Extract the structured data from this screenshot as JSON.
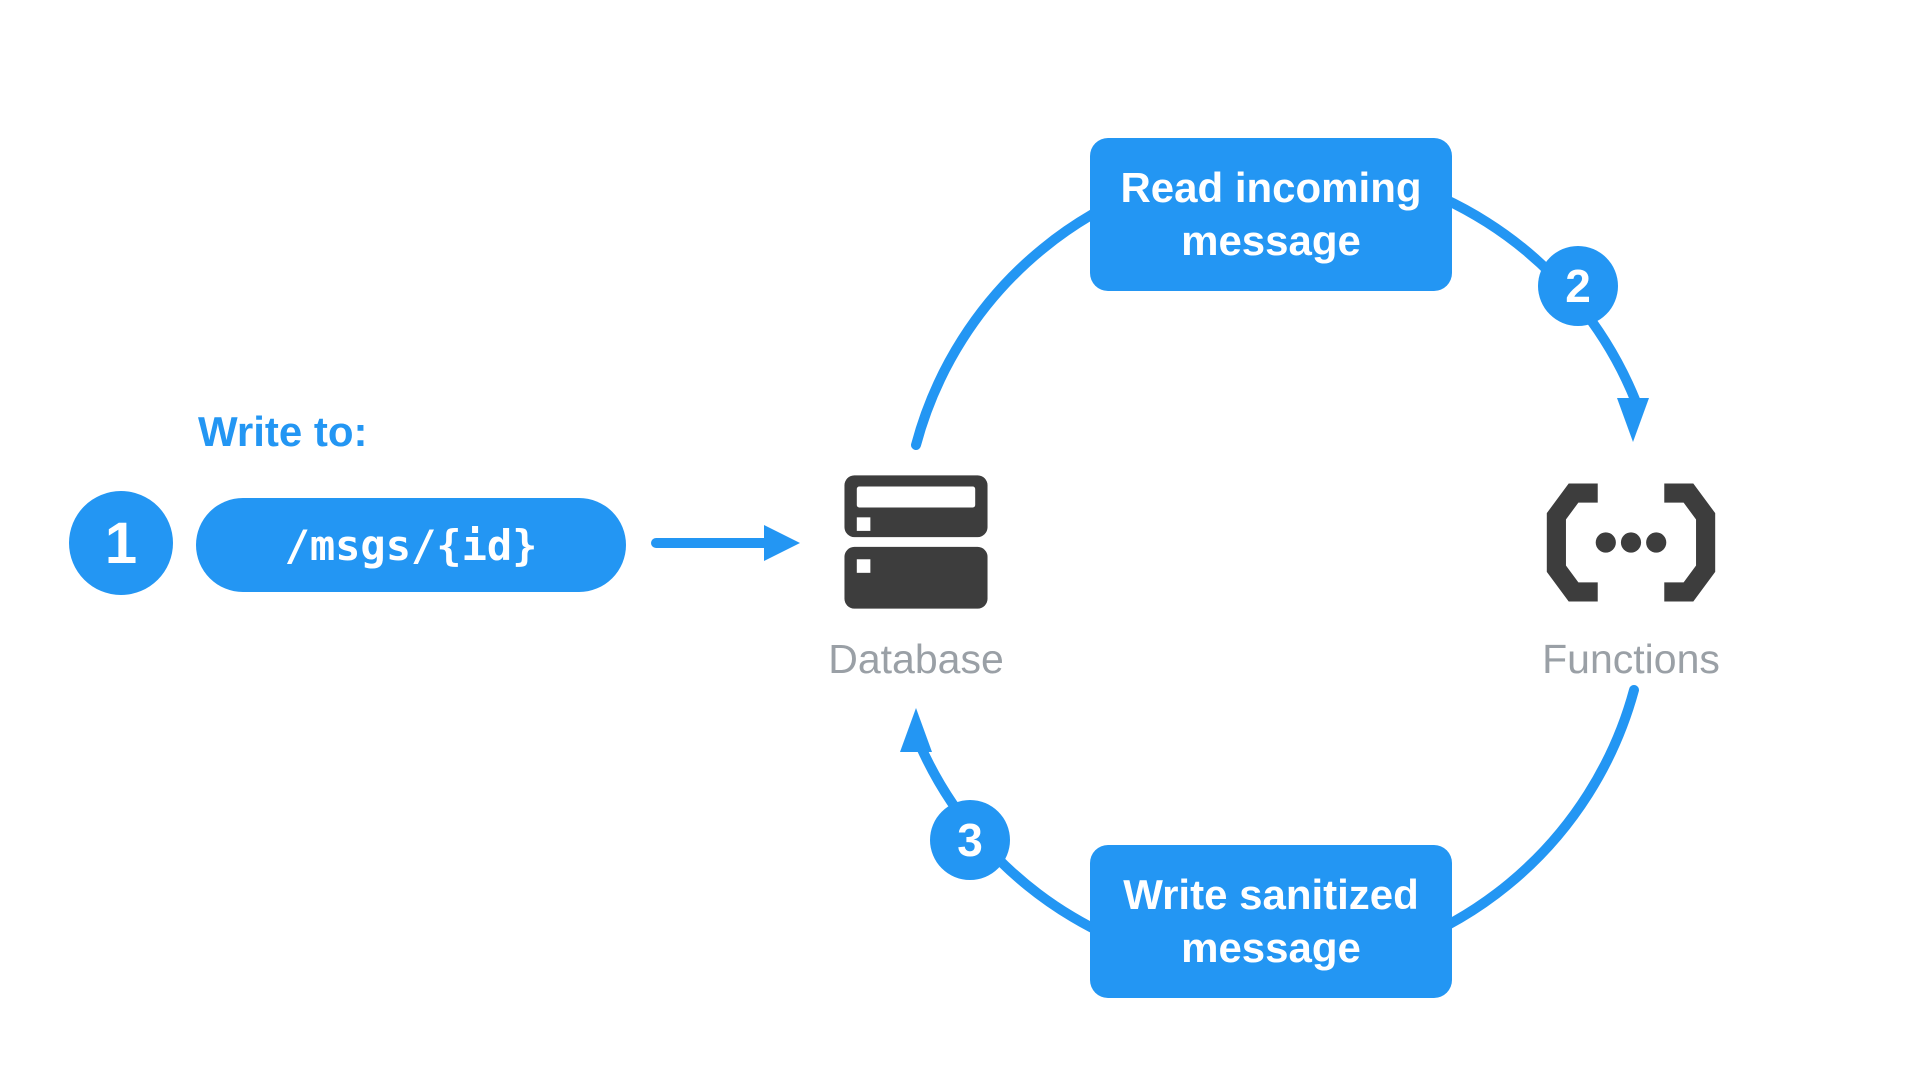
{
  "diagram": {
    "type": "cycle-flow-diagram",
    "colors": {
      "accent_blue": "#2396F3",
      "icon_dark": "#3D3D3D",
      "label_gray": "#9AA0A6",
      "background": "#FFFFFF"
    },
    "write_to": {
      "label": "Write to:",
      "path": "/msgs/{id}"
    },
    "steps": [
      {
        "number": "1"
      },
      {
        "number": "2"
      },
      {
        "number": "3"
      }
    ],
    "nodes": {
      "database": {
        "label": "Database"
      },
      "functions": {
        "label": "Functions"
      }
    },
    "flows": {
      "top": {
        "label": "Read incoming message"
      },
      "bottom": {
        "label": "Write sanitized message"
      }
    }
  }
}
